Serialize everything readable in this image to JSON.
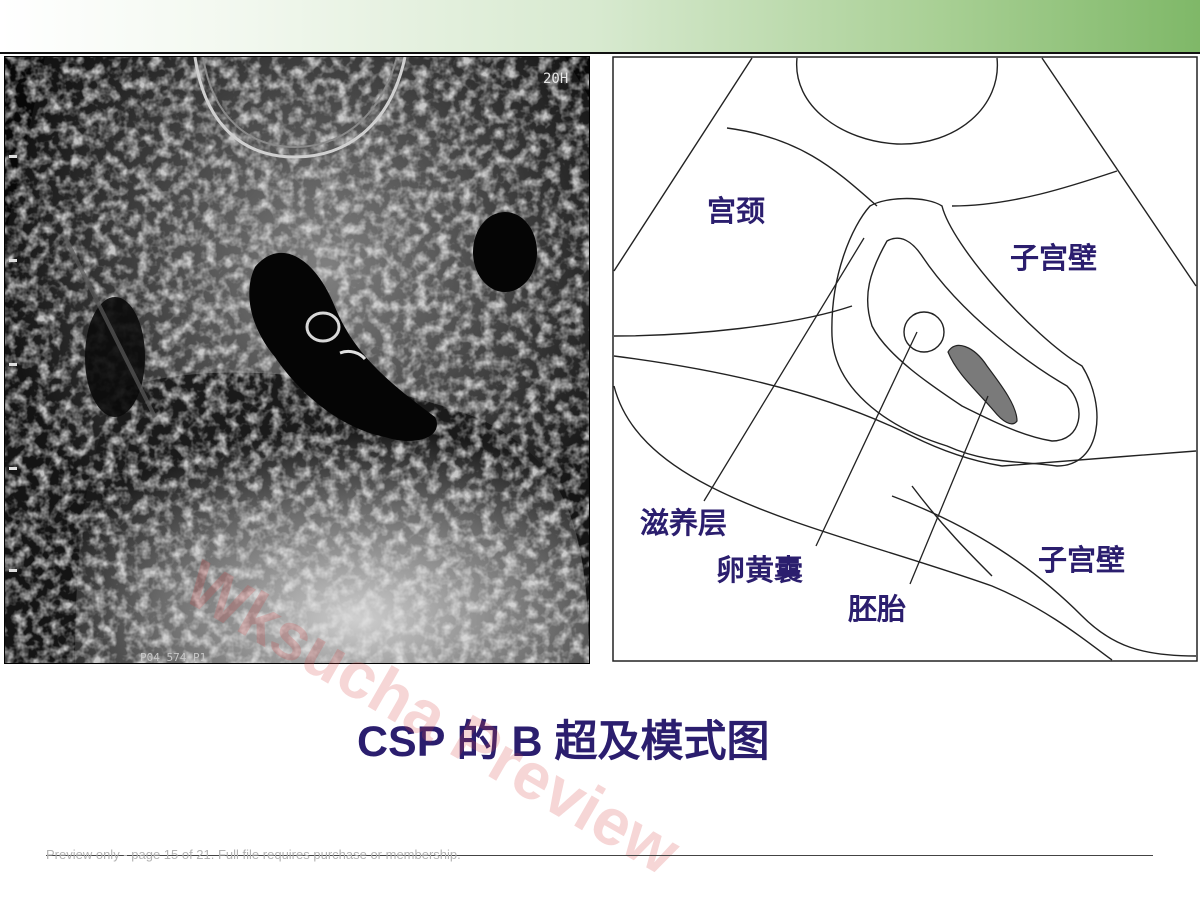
{
  "slide": {
    "title": "CSP 的 B 超及模式图",
    "footer": "Preview only - page 15 of 21. Full file requires purchase or membership.",
    "watermark": "Wksucha Preview"
  },
  "ultrasound": {
    "overlay_top": "20H",
    "overlay_bottom": "P04 574 P1"
  },
  "diagram": {
    "labels": {
      "cervix": "宫颈",
      "uterine_wall_upper": "子宫壁",
      "trophoblast": "滋养层",
      "yolk_sac": "卵黄囊",
      "uterine_wall_lower": "子宫壁",
      "embryo": "胚胎"
    }
  },
  "colors": {
    "title": "#2b1e6e",
    "labels": "#2b1e6e",
    "watermark": "#d74646"
  }
}
